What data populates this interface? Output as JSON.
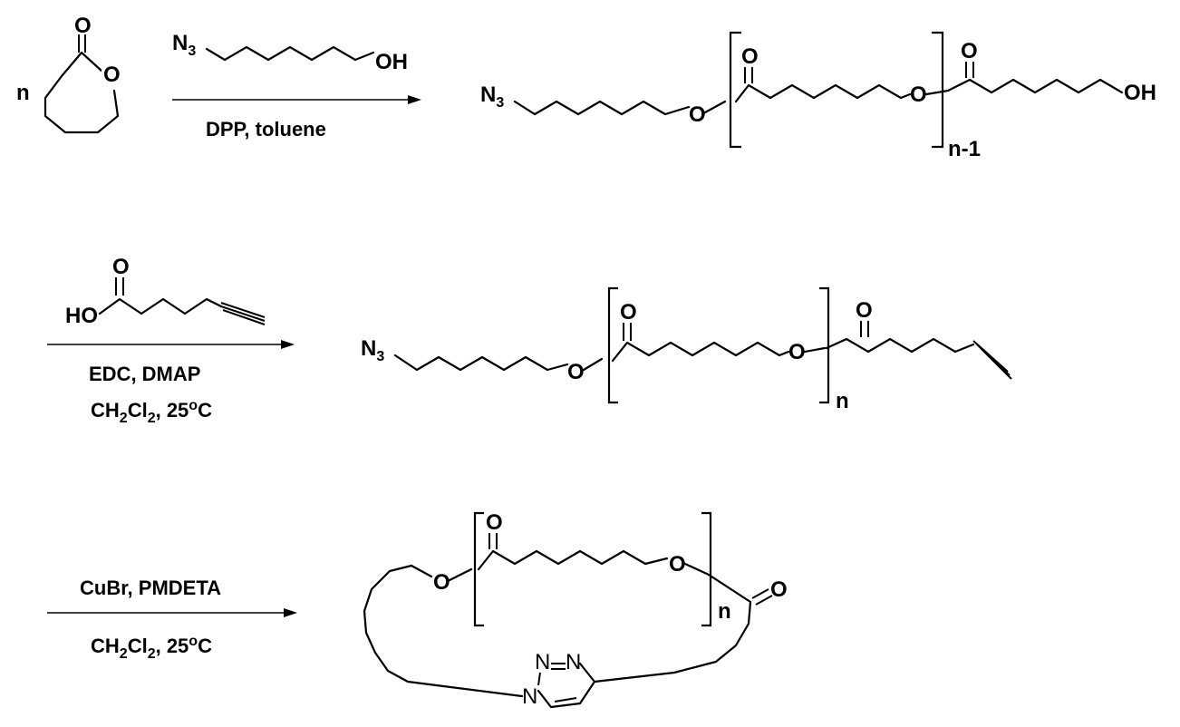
{
  "step1": {
    "coefficient": "n",
    "monomer_carbonyl_o": "O",
    "monomer_ring_o": "O",
    "initiator_n3": "N",
    "initiator_n3_sub": "3",
    "initiator_oh": "OH",
    "condition": "DPP, toluene",
    "product": {
      "n3": "N",
      "n3_sub": "3",
      "link_o": "O",
      "repeat_carbonyl_o": "O",
      "repeat_o": "O",
      "repeat_count": "n-1",
      "end_carbonyl_o": "O",
      "end_oh": "OH"
    }
  },
  "step2": {
    "reagent_carbonyl_o": "O",
    "reagent_ho": "HO",
    "condition_line1": "EDC, DMAP",
    "condition_line2": {
      "a": "CH",
      "b": "2",
      "c": "Cl",
      "d": "2",
      "e": ", 25",
      "f": "o",
      "g": "C"
    },
    "product": {
      "n3": "N",
      "n3_sub": "3",
      "link_o": "O",
      "repeat_carbonyl_o": "O",
      "repeat_o": "O",
      "repeat_count": "n",
      "end_carbonyl_o": "O"
    }
  },
  "step3": {
    "condition_line1": "CuBr, PMDETA",
    "condition_line2": {
      "a": "CH",
      "b": "2",
      "c": "Cl",
      "d": "2",
      "e": ", 25",
      "f": "o",
      "g": "C"
    },
    "product": {
      "link_o": "O",
      "repeat_carbonyl_o": "O",
      "repeat_o": "O",
      "repeat_count": "n",
      "end_carbonyl_o": "O",
      "triazole_n1": "N",
      "triazole_n2": "N",
      "triazole_n3": "N"
    }
  }
}
